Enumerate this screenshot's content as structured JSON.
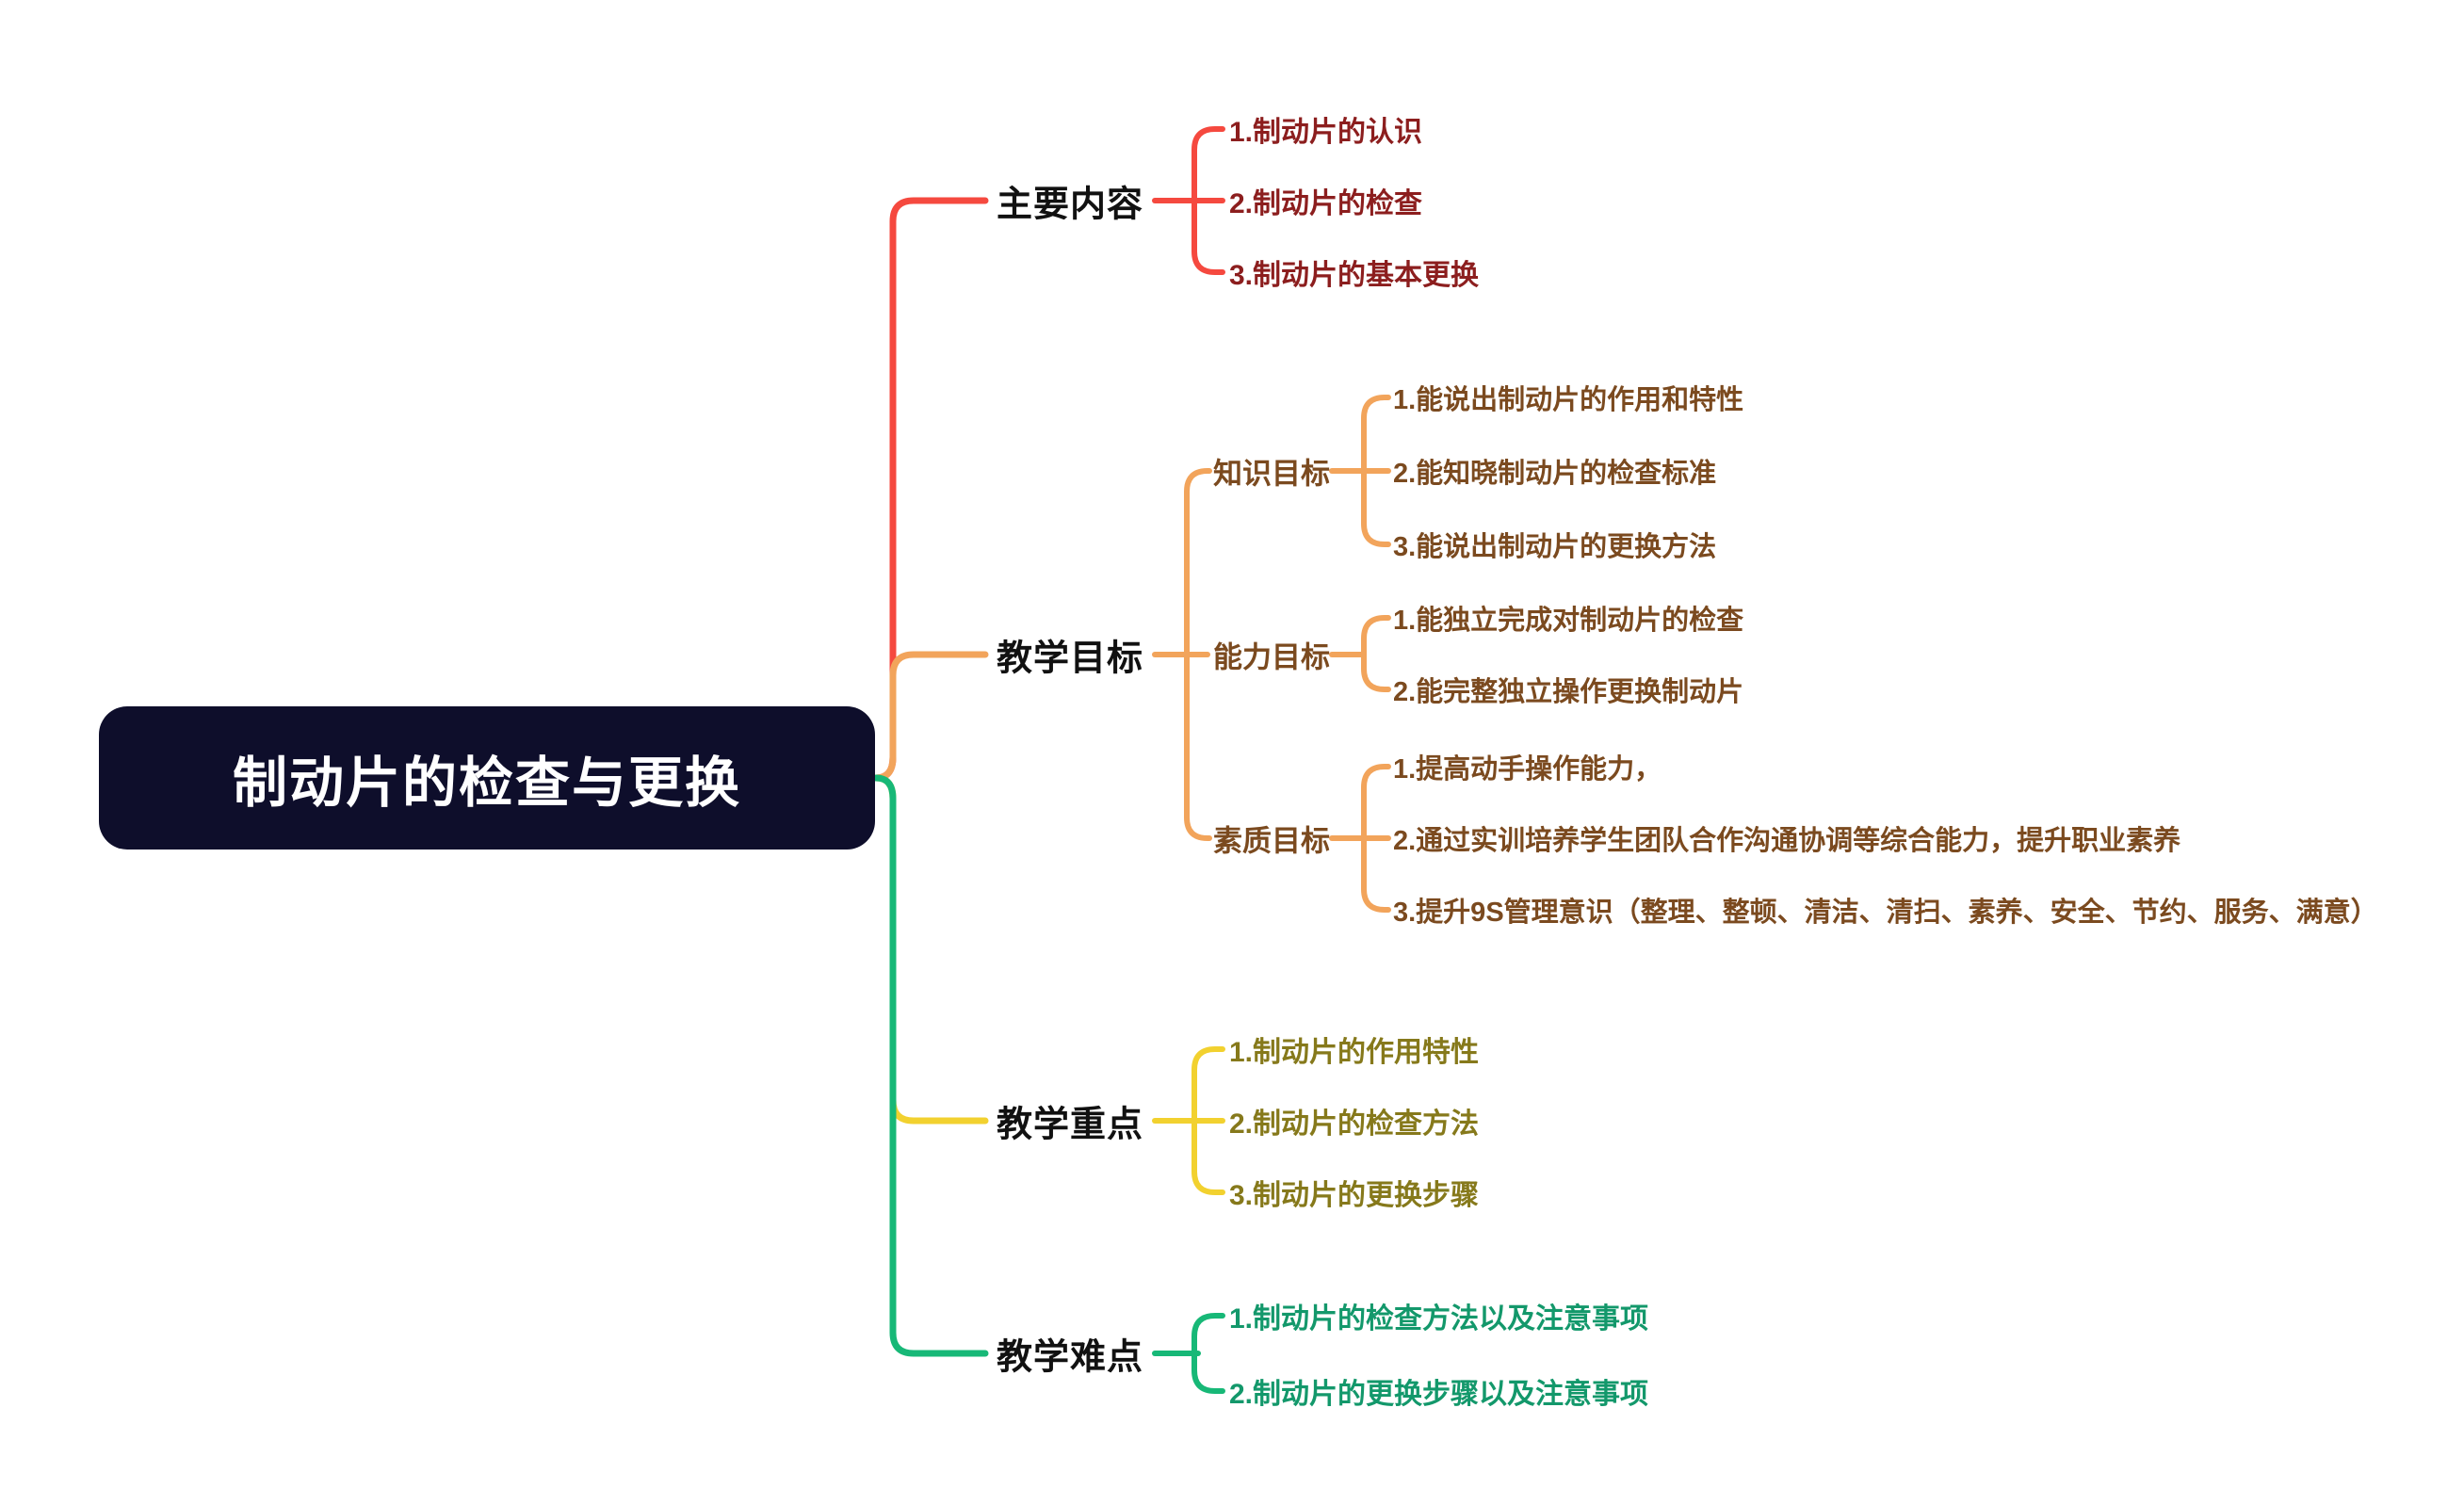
{
  "canvas": {
    "background": "#ffffff"
  },
  "root": {
    "label": "制动片的检查与更换",
    "bg": "#0e0e2b",
    "text_color": "#ffffff"
  },
  "branches": [
    {
      "label": "主要内容",
      "label_color": "#111111",
      "line_color": "#f5493f",
      "item_color": "#8c1e1e",
      "children": [
        {
          "label": "1.制动片的认识"
        },
        {
          "label": "2.制动片的检查"
        },
        {
          "label": "3.制动片的基本更换"
        }
      ]
    },
    {
      "label": "教学目标",
      "label_color": "#111111",
      "line_color": "#f2a45b",
      "item_color": "#7b4a1f",
      "children": [
        {
          "label": "知识目标",
          "children": [
            {
              "label": "1.能说出制动片的作用和特性"
            },
            {
              "label": "2.能知晓制动片的检查标准"
            },
            {
              "label": "3.能说出制动片的更换方法"
            }
          ]
        },
        {
          "label": "能力目标",
          "children": [
            {
              "label": "1.能独立完成对制动片的检查"
            },
            {
              "label": "2.能完整独立操作更换制动片"
            }
          ]
        },
        {
          "label": "素质目标",
          "children": [
            {
              "label": "1.提高动手操作能力，"
            },
            {
              "label": "2.通过实训培养学生团队合作沟通协调等综合能力，提升职业素养"
            },
            {
              "label": "3.提升9S管理意识（整理、整顿、清洁、清扫、素养、安全、节约、服务、满意）"
            }
          ]
        }
      ]
    },
    {
      "label": "教学重点",
      "label_color": "#111111",
      "line_color": "#f2d12f",
      "item_color": "#86791b",
      "children": [
        {
          "label": "1.制动片的作用特性"
        },
        {
          "label": "2.制动片的检查方法"
        },
        {
          "label": "3.制动片的更换步骤"
        }
      ]
    },
    {
      "label": "教学难点",
      "label_color": "#111111",
      "line_color": "#17b877",
      "item_color": "#13986b",
      "children": [
        {
          "label": "1.制动片的检查方法以及注意事项"
        },
        {
          "label": "2.制动片的更换步骤以及注意事项"
        }
      ]
    }
  ]
}
